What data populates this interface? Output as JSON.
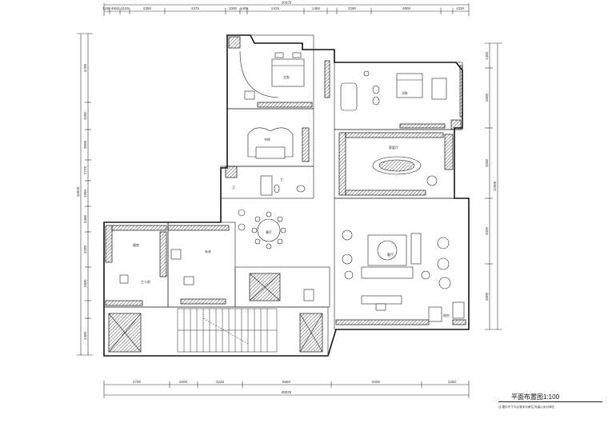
{
  "drawing": {
    "title": "平面布置图1:100",
    "note": "注:图中尺寸均以毫米为单位,标高以米为单位"
  },
  "dimensions": {
    "top_overall": "26025",
    "top_segments": [
      "1100",
      "4600",
      "3100",
      "2350",
      "2375",
      "1000",
      "1400",
      "2415",
      "1450",
      "2290",
      "3900",
      "1320"
    ],
    "bottom_overall": "26025",
    "bottom_segments": [
      "4700",
      "2000",
      "3225",
      "5650",
      "5400",
      "2250"
    ],
    "left_overall": "16825",
    "left_segments": [
      "4700",
      "3200",
      "3000",
      "2725",
      "1950",
      "2400",
      "2330",
      "1600",
      "2400"
    ],
    "right_overall": "12900",
    "right_segments": [
      "1450",
      "2600",
      "3200",
      "3330",
      "2800"
    ]
  },
  "rooms": {
    "master_bedroom": "主卧",
    "bedroom_2": "次卧",
    "living_room": "客厅",
    "dining": "餐厅",
    "kitchen": "厨房",
    "study": "书房",
    "bath_a": "卫",
    "bath_b": "卫",
    "entry": "玄关",
    "balcony": "阳台",
    "utility": "工人房",
    "family": "家庭厅"
  }
}
